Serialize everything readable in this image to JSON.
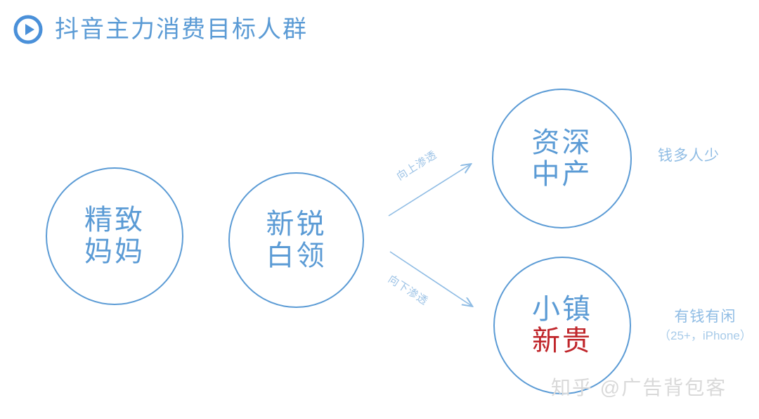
{
  "header": {
    "icon": "play-circle-icon",
    "title": "抖音主力消费目标人群"
  },
  "colors": {
    "accent_blue": "#5b9bd5",
    "light_blue": "#9dc3e6",
    "note_blue": "#8fbce4",
    "highlight_red": "#c0262b",
    "watermark_gray": "#d9d9d9",
    "background": "#ffffff"
  },
  "bubbles": [
    {
      "id": "mom",
      "lines": [
        "精致",
        "妈妈"
      ],
      "highlight": [
        false,
        false
      ]
    },
    {
      "id": "collar",
      "lines": [
        "新锐",
        "白领"
      ],
      "highlight": [
        false,
        false
      ]
    },
    {
      "id": "middle",
      "lines": [
        "资深",
        "中产"
      ],
      "highlight": [
        false,
        false
      ]
    },
    {
      "id": "town",
      "lines": [
        "小镇",
        "新贵"
      ],
      "highlight": [
        false,
        true
      ]
    }
  ],
  "arrows": [
    {
      "id": "up",
      "label": "向上渗透",
      "direction": "up-right"
    },
    {
      "id": "down",
      "label": "向下渗透",
      "direction": "down-right"
    }
  ],
  "notes": [
    {
      "id": "middle",
      "main": "钱多人少",
      "sub": ""
    },
    {
      "id": "town",
      "main": "有钱有闲",
      "sub": "（25+，iPhone）"
    }
  ],
  "watermark": "知乎 @广告背包客"
}
